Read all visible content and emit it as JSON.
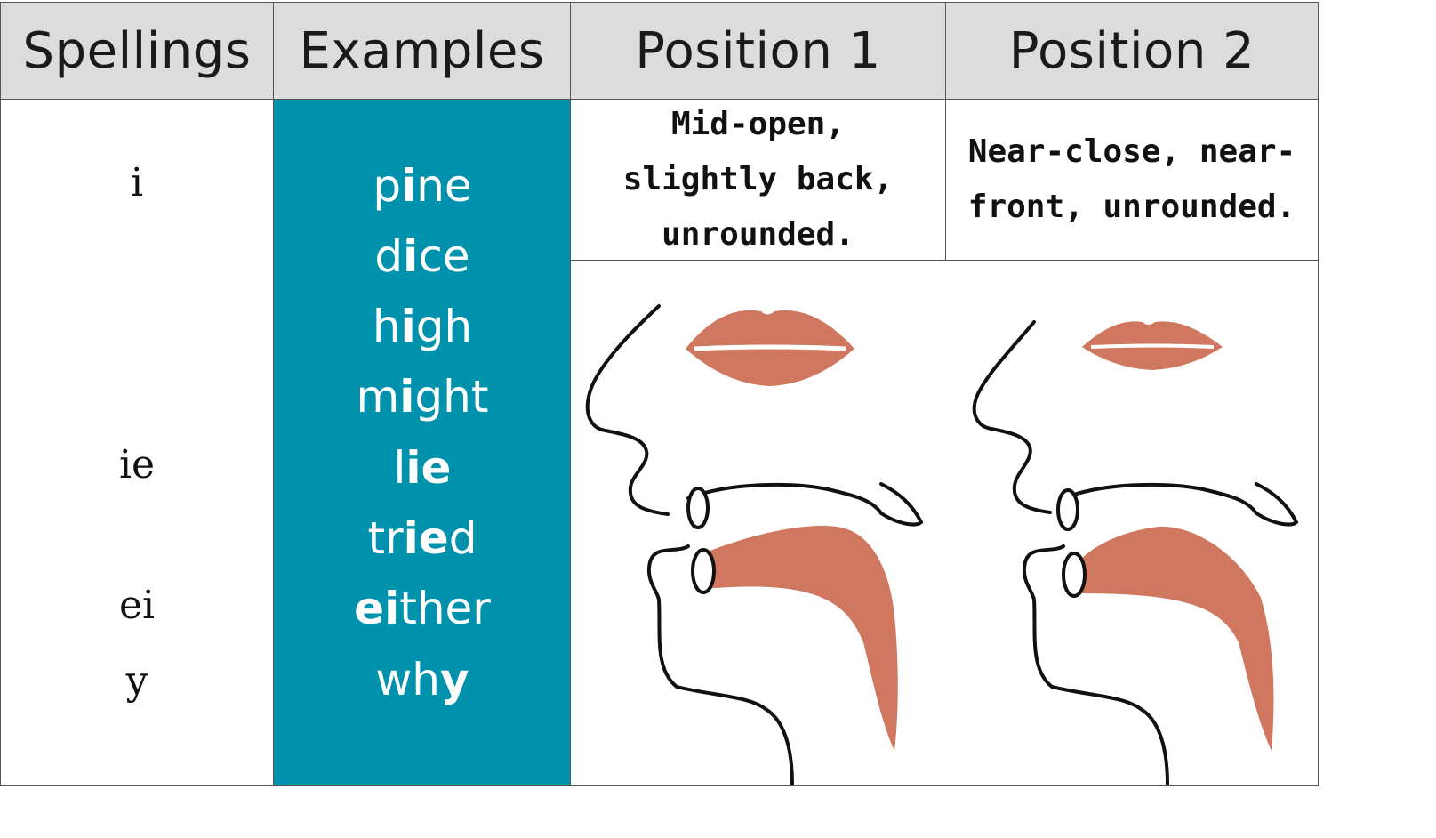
{
  "headers": [
    "Spellings",
    "Examples",
    "Position 1",
    "Position 2"
  ],
  "spellings": [
    "i",
    "ie",
    "ei",
    "y"
  ],
  "examples": [
    {
      "before": "p",
      "bold": "i",
      "after": "ne"
    },
    {
      "before": "d",
      "bold": "i",
      "after": "ce"
    },
    {
      "before": "h",
      "bold": "i",
      "after": "gh"
    },
    {
      "before": "m",
      "bold": "i",
      "after": "ght"
    },
    {
      "before": "l",
      "bold": "ie",
      "after": ""
    },
    {
      "before": "tr",
      "bold": "ie",
      "after": "d"
    },
    {
      "before": "",
      "bold": "ei",
      "after": "ther"
    },
    {
      "before": "wh",
      "bold": "y",
      "after": ""
    }
  ],
  "positions": [
    {
      "description": "Mid-open, slightly back, unrounded."
    },
    {
      "description": "Near-close, near-front, unrounded."
    }
  ],
  "colors": {
    "header_bg": "#dcdcdc",
    "examples_bg": "#0092ad",
    "tongue": "#d0785f",
    "lips": "#d0785f"
  }
}
